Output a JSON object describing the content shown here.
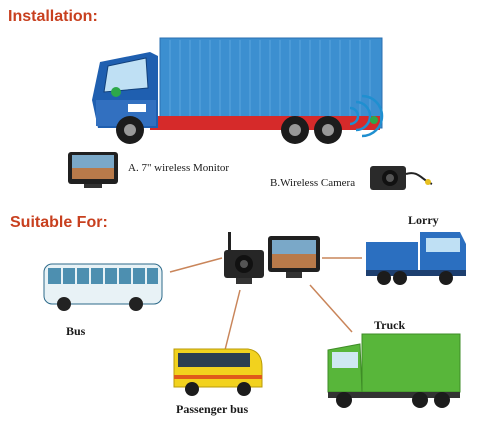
{
  "sections": {
    "installation": "Installation:",
    "suitable": "Suitable For:"
  },
  "labels": {
    "monitor": "A. 7\" wireless Monitor",
    "camera": "B.Wireless  Camera",
    "lorry": "Lorry",
    "bus": "Bus",
    "truck": "Truck",
    "passenger_bus": "Passenger bus"
  },
  "colors": {
    "heading": "#c8401f",
    "truck_box": "#3c8fd0",
    "truck_cab": "#1f5fb0",
    "connector_line": "#c9855a",
    "green_truck": "#58b63a",
    "yellow_bus": "#f2d21e"
  }
}
